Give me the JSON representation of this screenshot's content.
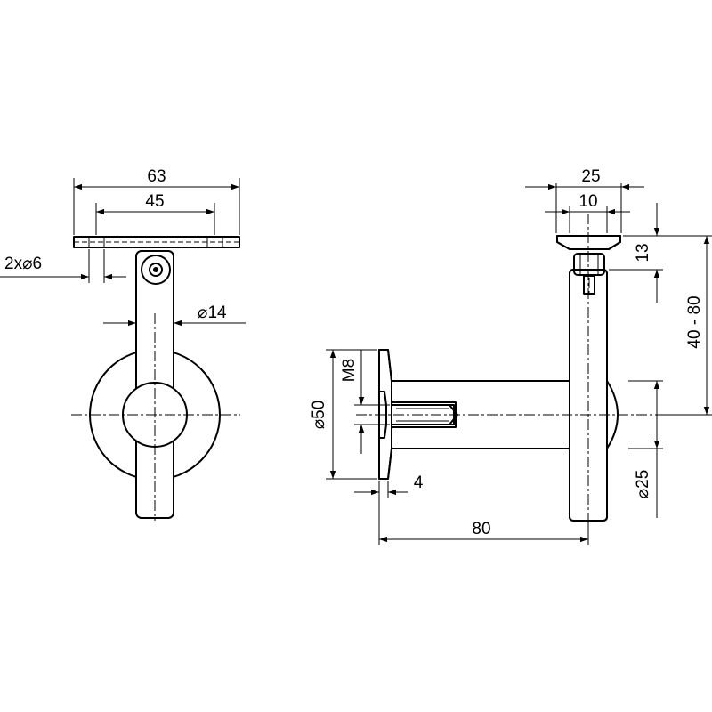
{
  "drawing": {
    "front_view": {
      "plate_width": "63",
      "hole_spacing": "45",
      "holes": "2x",
      "hole_diameter": "6",
      "stem_diameter": "14"
    },
    "side_view": {
      "saddle_width": "25",
      "saddle_inner": "10",
      "saddle_height": "13",
      "height_range": "40 - 80",
      "thread": "M8",
      "flange_diameter": "50",
      "flange_thickness": "4",
      "projection": "80",
      "arm_diameter": "25"
    },
    "diameter_symbol": "⌀"
  }
}
